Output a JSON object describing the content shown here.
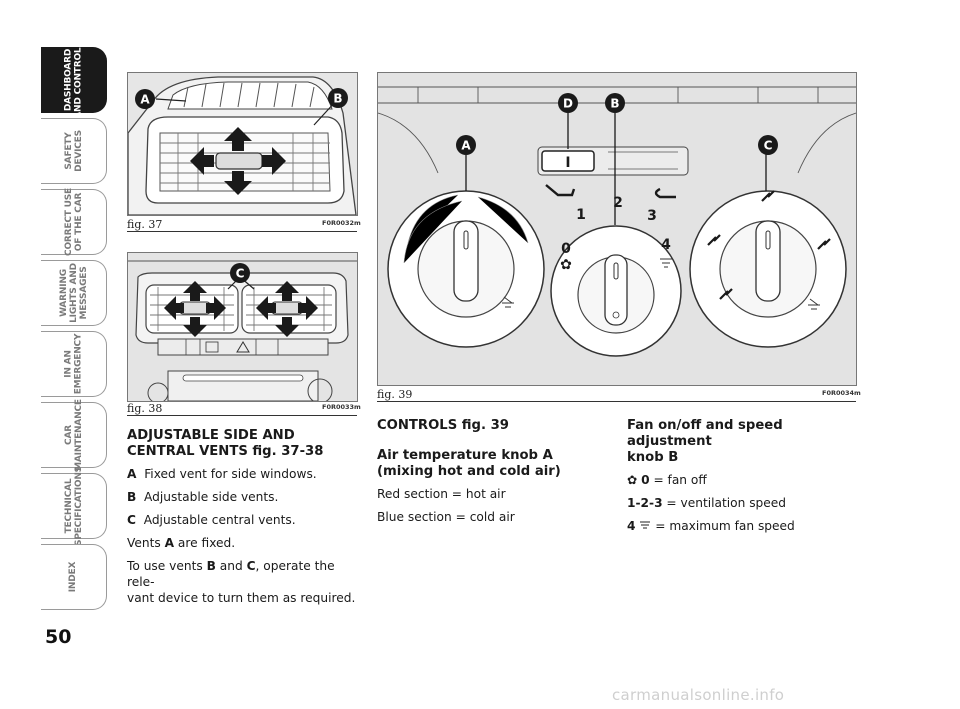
{
  "page": {
    "number": "50",
    "footer": "carmanualsonline.info"
  },
  "side_tabs": [
    {
      "label": "DASHBOARD\nAND CONTROLS",
      "active": true
    },
    {
      "label": "SAFETY\nDEVICES",
      "active": false
    },
    {
      "label": "CORRECT USE\nOF THE CAR",
      "active": false
    },
    {
      "label": "WARNING\nLIGHTS AND\nMESSAGES",
      "active": false
    },
    {
      "label": "IN AN\nEMERGENCY",
      "active": false
    },
    {
      "label": "CAR\nMAINTENANCE",
      "active": false
    },
    {
      "label": "TECHNICAL\nSPECIFICATIONS",
      "active": false
    },
    {
      "label": "INDEX",
      "active": false
    }
  ],
  "figures": {
    "fig37": {
      "caption": "fig. 37",
      "code": "F0R0032m",
      "labels": [
        "A",
        "B"
      ]
    },
    "fig38": {
      "caption": "fig. 38",
      "code": "F0R0033m",
      "labels": [
        "C"
      ]
    },
    "fig39": {
      "caption": "fig. 39",
      "code": "F0R0034m",
      "labels": [
        "A",
        "B",
        "C",
        "D"
      ],
      "slider_label": "I",
      "fan_speeds": [
        "0",
        "1",
        "2",
        "3",
        "4"
      ]
    }
  },
  "vents_section": {
    "heading_line1": "ADJUSTABLE SIDE AND",
    "heading_line2": "CENTRAL VENTS fig. 37-38",
    "items": [
      {
        "key": "A",
        "text": "Fixed vent for side windows."
      },
      {
        "key": "B",
        "text": "Adjustable side vents."
      },
      {
        "key": "C",
        "text": "Adjustable central vents."
      }
    ],
    "fixed_prefix": "Vents ",
    "fixed_key": "A",
    "fixed_suffix": " are fixed.",
    "use_prefix": "To use vents ",
    "use_key1": "B",
    "use_mid": " and ",
    "use_key2": "C",
    "use_suffix_line1": ", operate the rele-",
    "use_line2": "vant device to turn them as required."
  },
  "controls_section": {
    "heading": "CONTROLS fig. 39",
    "knob_a_line1": "Air temperature knob A",
    "knob_a_line2": "(mixing hot and cold air)",
    "red": "Red section = hot air",
    "blue": "Blue section = cold air"
  },
  "fan_section": {
    "heading_line1": "Fan on/off and speed adjustment",
    "heading_line2": "knob B",
    "rows": [
      {
        "key": "0",
        "text": " = fan off",
        "icon": "fan-icon"
      },
      {
        "key": "1-2-3",
        "text": " = ventilation speed"
      },
      {
        "key": "4",
        "text": " = maximum fan speed",
        "icon": "demist-icon"
      }
    ]
  }
}
